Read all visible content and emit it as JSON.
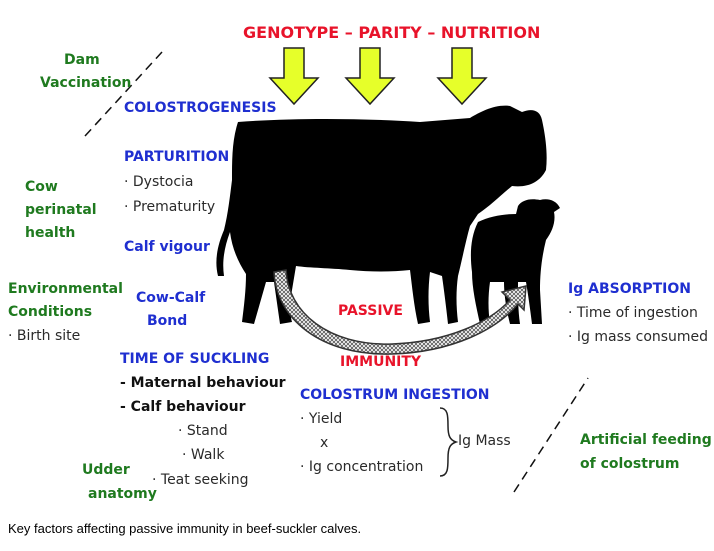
{
  "title": "GENOTYPE – PARITY – NUTRITION",
  "labels": {
    "dam_vaccination_1": "Dam",
    "dam_vaccination_2": "Vaccination",
    "colostrogenesis": "COLOSTROGENESIS",
    "parturition": "PARTURITION",
    "dystocia": "· Dystocia",
    "prematurity": "· Prematurity",
    "calf_vigour": "Calf vigour",
    "cow_perinatal_1": "Cow",
    "cow_perinatal_2": "perinatal",
    "cow_perinatal_3": "health",
    "environmental_1": "Environmental",
    "environmental_2": "Conditions",
    "birth_site": "· Birth site",
    "cow_calf_1": "Cow-Calf",
    "cow_calf_2": "Bond",
    "time_of_suckling": "TIME OF SUCKLING",
    "maternal_behaviour": "- Maternal behaviour",
    "calf_behaviour": "- Calf behaviour",
    "stand": "· Stand",
    "walk": "· Walk",
    "teat_seeking": "· Teat seeking",
    "udder_1": "Udder",
    "udder_2": "anatomy",
    "passive": "PASSIVE",
    "immunity": "IMMUNITY",
    "colostrum_ingestion": "COLOSTRUM INGESTION",
    "yield": "· Yield",
    "times": "x",
    "ig_concentration": "· Ig concentration",
    "ig_mass": "Ig Mass",
    "ig_absorption": "Ig ABSORPTION",
    "time_of_ingestion": "· Time of ingestion",
    "ig_mass_consumed": "· Ig mass consumed",
    "artificial_1": "Artificial feeding",
    "artificial_2": "of colostrum"
  },
  "caption": "Key factors affecting passive immunity in beef-suckler calves.",
  "colors": {
    "red": "#e8132a",
    "blue": "#1f2fd0",
    "green": "#1f7a1f",
    "arrow_yellow": "#e6ff2a",
    "silhouette": "#000000"
  }
}
